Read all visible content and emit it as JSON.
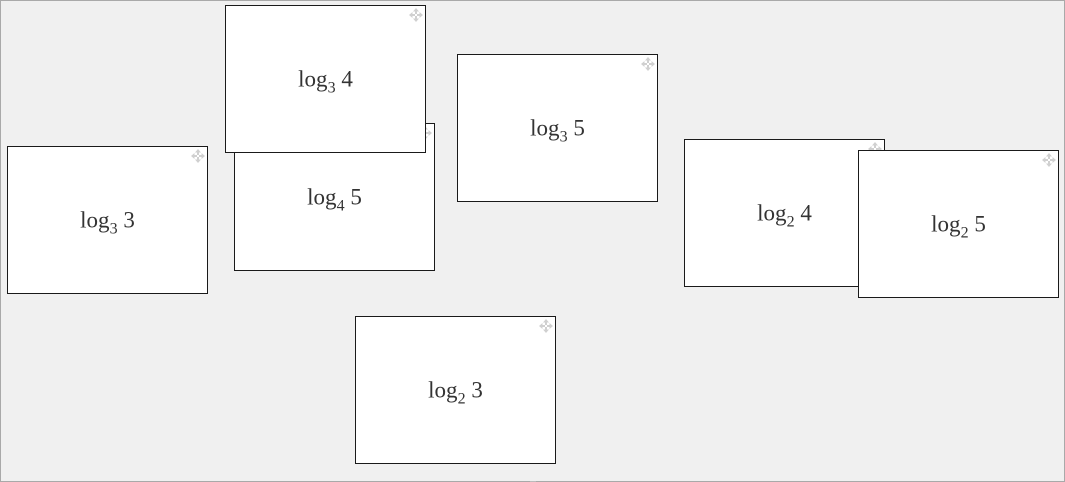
{
  "cards": [
    {
      "id": "log3-3",
      "base": "3",
      "arg": "3"
    },
    {
      "id": "log4-5",
      "base": "4",
      "arg": "5"
    },
    {
      "id": "log3-4",
      "base": "3",
      "arg": "4"
    },
    {
      "id": "log3-5",
      "base": "3",
      "arg": "5"
    },
    {
      "id": "log2-4",
      "base": "2",
      "arg": "4"
    },
    {
      "id": "log2-5",
      "base": "2",
      "arg": "5"
    },
    {
      "id": "log2-3",
      "base": "2",
      "arg": "3"
    }
  ],
  "log_prefix": "log",
  "move_icon": "move-arrows-icon"
}
